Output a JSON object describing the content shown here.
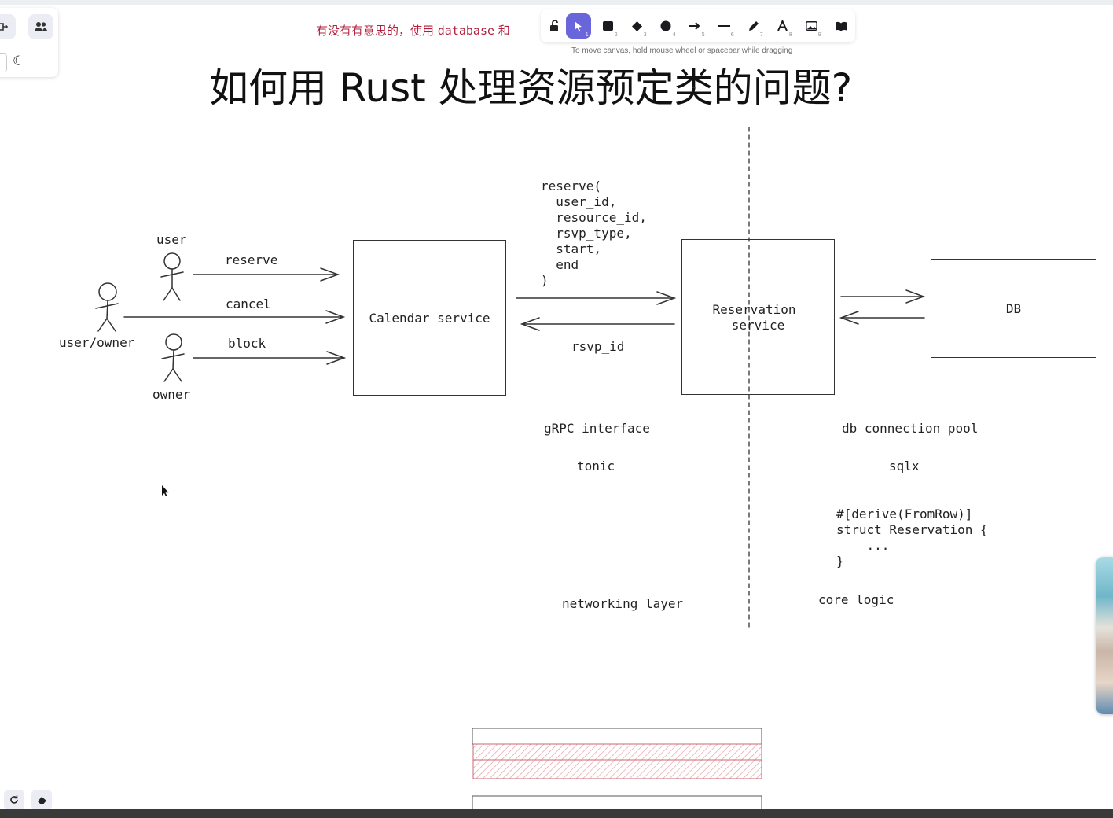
{
  "subtitle": {
    "prefix": "有没有有意思的，使用 ",
    "code": "database",
    "suffix": " 和"
  },
  "hint": "To move canvas, hold mouse wheel or spacebar while dragging",
  "toolbar": {
    "tools": [
      {
        "name": "lock",
        "num": ""
      },
      {
        "name": "selection",
        "num": "1"
      },
      {
        "name": "rectangle",
        "num": "2"
      },
      {
        "name": "diamond",
        "num": "3"
      },
      {
        "name": "ellipse",
        "num": "4"
      },
      {
        "name": "arrow",
        "num": "5"
      },
      {
        "name": "line",
        "num": "6"
      },
      {
        "name": "draw",
        "num": "7"
      },
      {
        "name": "text",
        "num": "8"
      },
      {
        "name": "image",
        "num": "9"
      },
      {
        "name": "library",
        "num": ""
      }
    ]
  },
  "title": "如何用 Rust 处理资源预定类的问题?",
  "diagram": {
    "actors": {
      "user": "user",
      "user_owner": "user/owner",
      "owner": "owner"
    },
    "arrows": {
      "reserve": "reserve",
      "cancel": "cancel",
      "block": "block",
      "rsvp_id": "rsvp_id"
    },
    "calendar_service": "Calendar service",
    "reserve_call": "reserve(\n  user_id,\n  resource_id,\n  rsvp_type,\n  start,\n  end\n)",
    "reservation_service": {
      "line1": "Reservation",
      "line2": "service"
    },
    "db": "DB",
    "grpc": "gRPC interface",
    "tonic": "tonic",
    "networking": "networking layer",
    "pool": "db connection pool",
    "sqlx": "sqlx",
    "struct_code": "#[derive(FromRow)]\nstruct Reservation {\n    ...\n}",
    "core_logic": "core logic"
  }
}
